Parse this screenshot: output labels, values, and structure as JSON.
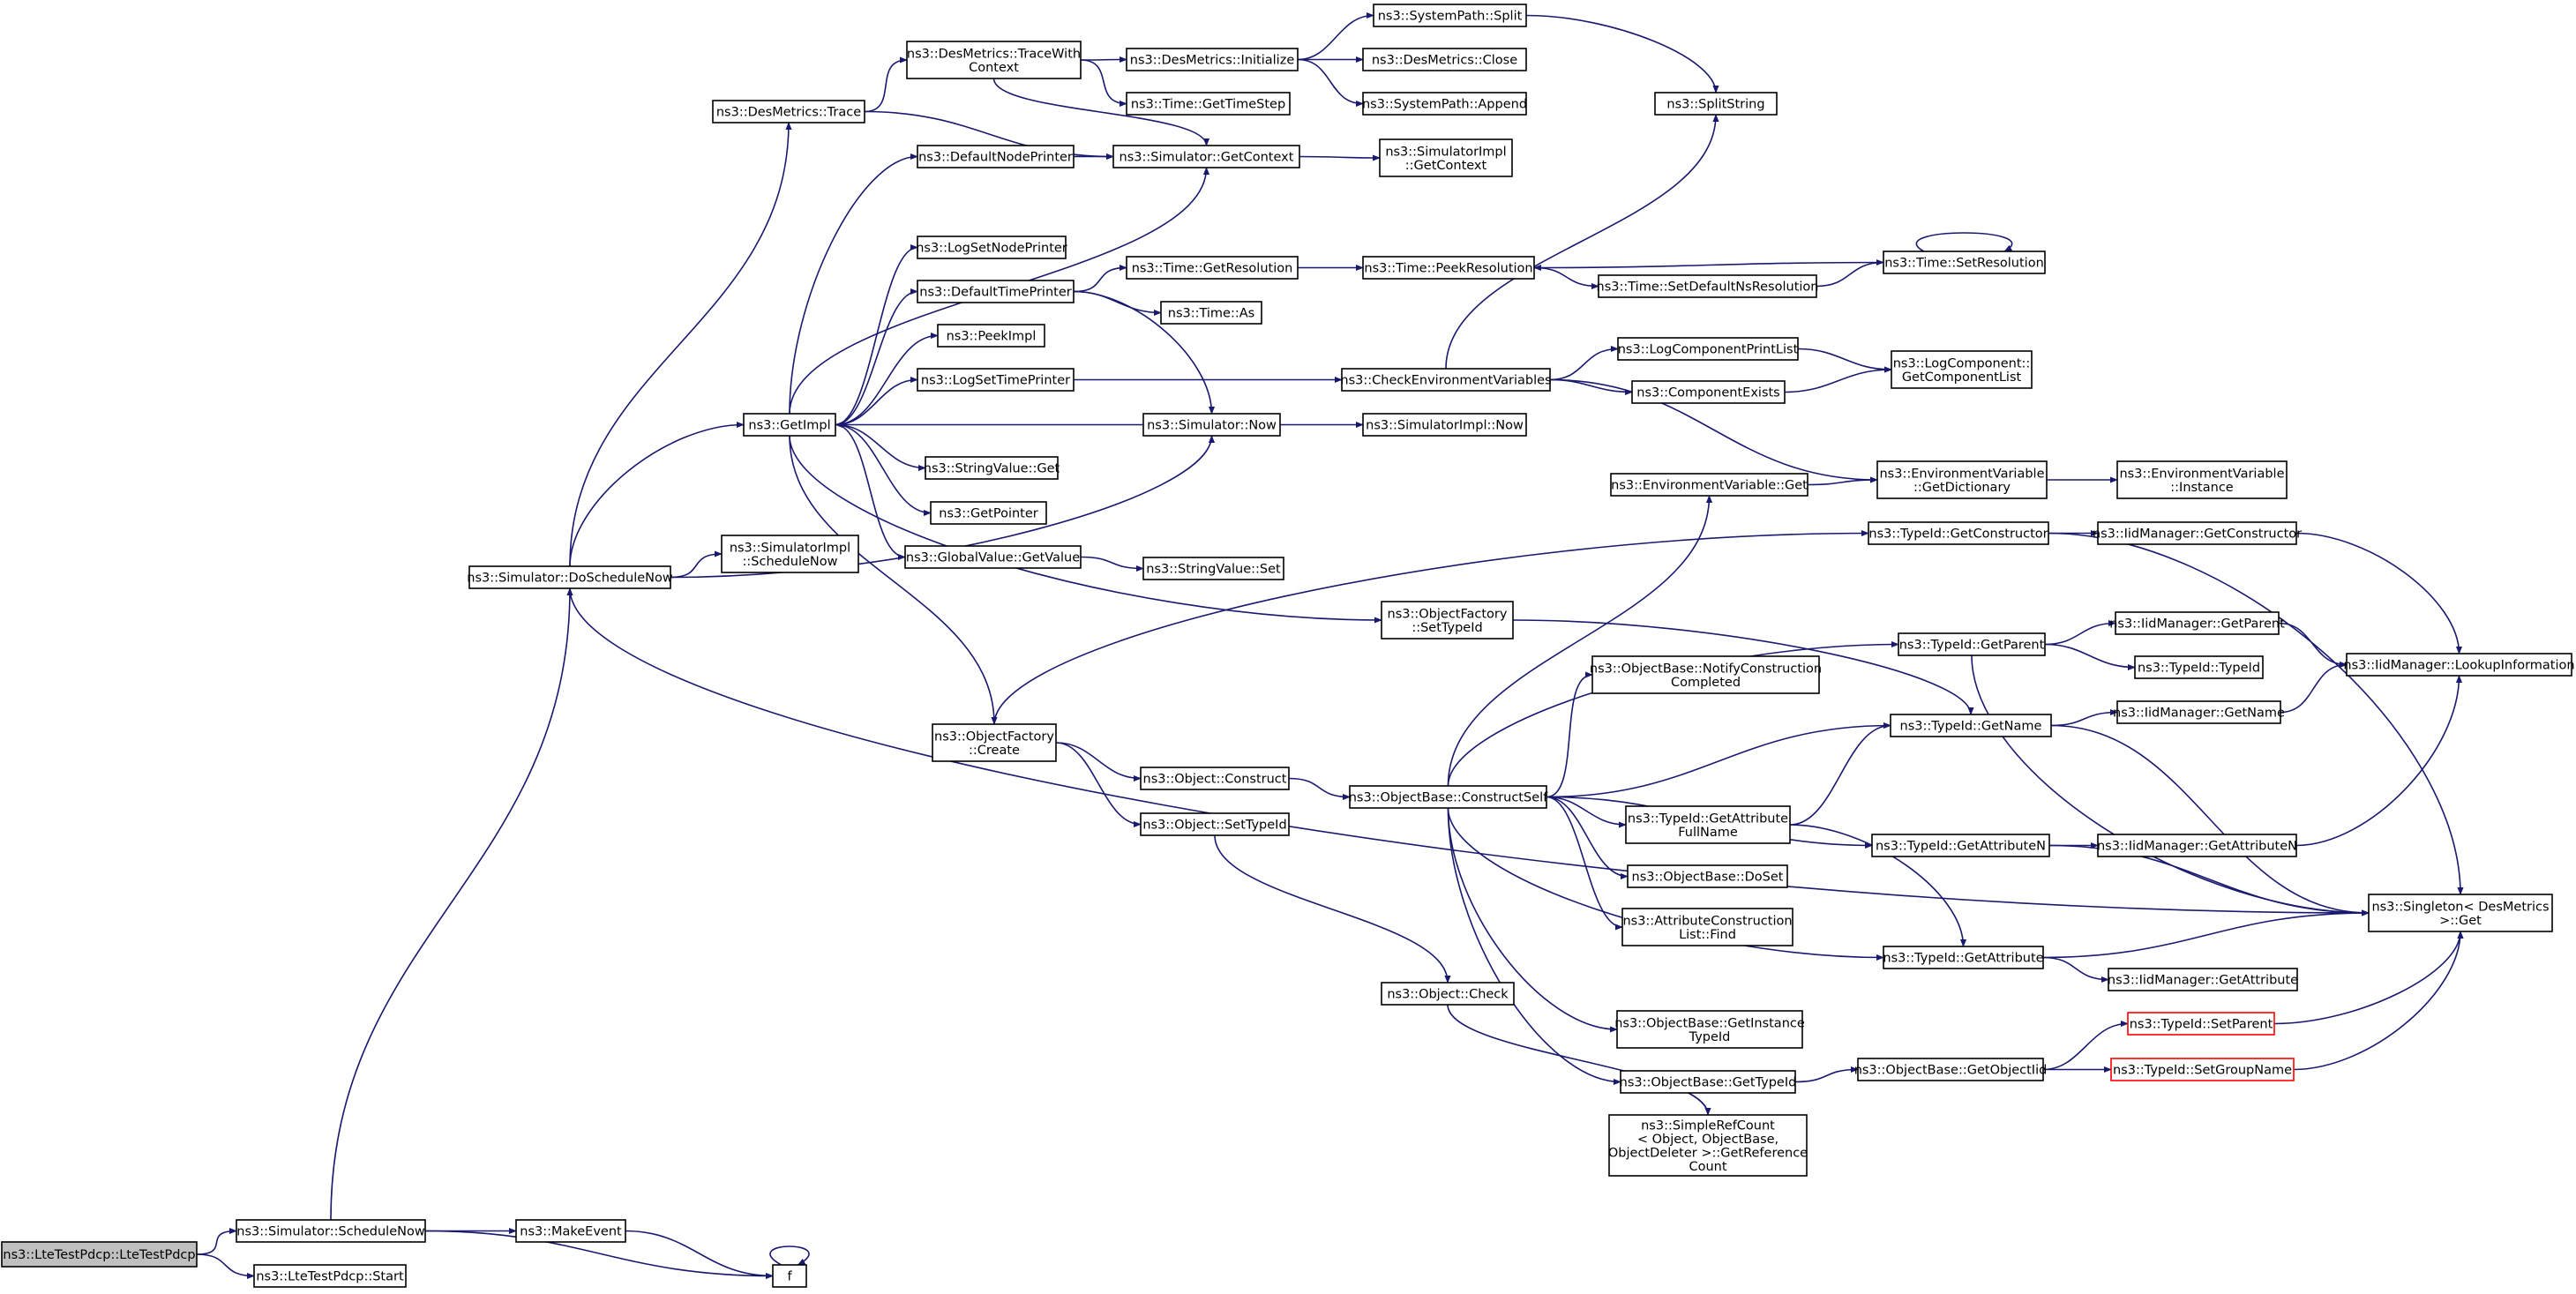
{
  "nodes": {
    "lte_ctor": [
      "ns3::LteTestPdcp::LteTestPdcp"
    ],
    "sched_now": [
      "ns3::Simulator::ScheduleNow"
    ],
    "lte_start": [
      "ns3::LteTestPdcp::Start"
    ],
    "make_event": [
      "ns3::MakeEvent"
    ],
    "f": [
      "f"
    ],
    "do_sched": [
      "ns3::Simulator::DoScheduleNow"
    ],
    "simimpl_sched": [
      "ns3::SimulatorImpl",
      "::ScheduleNow"
    ],
    "des_trace": [
      "ns3::DesMetrics::Trace"
    ],
    "des_trace_ctx": [
      "ns3::DesMetrics::TraceWith",
      "Context"
    ],
    "des_init": [
      "ns3::DesMetrics::Initialize"
    ],
    "sp_split": [
      "ns3::SystemPath::Split"
    ],
    "des_close": [
      "ns3::DesMetrics::Close"
    ],
    "sp_append": [
      "ns3::SystemPath::Append"
    ],
    "time_gts": [
      "ns3::Time::GetTimeStep"
    ],
    "split_string": [
      "ns3::SplitString"
    ],
    "default_node_printer": [
      "ns3::DefaultNodePrinter"
    ],
    "sim_get_ctx": [
      "ns3::Simulator::GetContext"
    ],
    "simimpl_get_ctx": [
      "ns3::SimulatorImpl",
      "::GetContext"
    ],
    "log_set_node": [
      "ns3::LogSetNodePrinter"
    ],
    "default_time_printer": [
      "ns3::DefaultTimePrinter"
    ],
    "time_get_res": [
      "ns3::Time::GetResolution"
    ],
    "time_peek_res": [
      "ns3::Time::PeekResolution"
    ],
    "time_set_res": [
      "ns3::Time::SetResolution"
    ],
    "time_as": [
      "ns3::Time::As"
    ],
    "time_set_default": [
      "ns3::Time::SetDefaultNsResolution"
    ],
    "peek_impl": [
      "ns3::PeekImpl"
    ],
    "log_set_time": [
      "ns3::LogSetTimePrinter"
    ],
    "check_env": [
      "ns3::CheckEnvironmentVariables"
    ],
    "log_comp_print": [
      "ns3::LogComponentPrintList"
    ],
    "comp_exists": [
      "ns3::ComponentExists"
    ],
    "log_comp_get": [
      "ns3::LogComponent::",
      "GetComponentList"
    ],
    "get_impl": [
      "ns3::GetImpl"
    ],
    "sim_now": [
      "ns3::Simulator::Now"
    ],
    "simimpl_now": [
      "ns3::SimulatorImpl::Now"
    ],
    "sv_get": [
      "ns3::StringValue::Get"
    ],
    "get_pointer": [
      "ns3::GetPointer"
    ],
    "gv_get": [
      "ns3::GlobalValue::GetValue"
    ],
    "sv_set": [
      "ns3::StringValue::Set"
    ],
    "env_get": [
      "ns3::EnvironmentVariable::Get"
    ],
    "env_dict": [
      "ns3::EnvironmentVariable",
      "::GetDictionary"
    ],
    "env_inst": [
      "ns3::EnvironmentVariable",
      "::Instance"
    ],
    "tid_get_ctor": [
      "ns3::TypeId::GetConstructor"
    ],
    "iid_get_ctor": [
      "ns3::IidManager::GetConstructor"
    ],
    "of_set_tid": [
      "ns3::ObjectFactory",
      "::SetTypeId"
    ],
    "tid_get_parent": [
      "ns3::TypeId::GetParent"
    ],
    "iid_get_parent": [
      "ns3::IidManager::GetParent"
    ],
    "tid_tid": [
      "ns3::TypeId::TypeId"
    ],
    "iid_lookup": [
      "ns3::IidManager::LookupInformation"
    ],
    "ob_notify": [
      "ns3::ObjectBase::NotifyConstruction",
      "Completed"
    ],
    "tid_get_name": [
      "ns3::TypeId::GetName"
    ],
    "iid_get_name": [
      "ns3::IidManager::GetName"
    ],
    "of_create": [
      "ns3::ObjectFactory",
      "::Create"
    ],
    "obj_construct": [
      "ns3::Object::Construct"
    ],
    "ob_construct_self": [
      "ns3::ObjectBase::ConstructSelf"
    ],
    "obj_set_tid": [
      "ns3::Object::SetTypeId"
    ],
    "tid_get_attr_full": [
      "ns3::TypeId::GetAttribute",
      "FullName"
    ],
    "tid_get_attr_n": [
      "ns3::TypeId::GetAttributeN"
    ],
    "iid_get_attr_n": [
      "ns3::IidManager::GetAttributeN"
    ],
    "singleton_get": [
      "ns3::Singleton< DesMetrics",
      " >::Get"
    ],
    "ob_doset": [
      "ns3::ObjectBase::DoSet"
    ],
    "attr_cons_find": [
      "ns3::AttributeConstruction",
      "List::Find"
    ],
    "tid_get_attr": [
      "ns3::TypeId::GetAttribute"
    ],
    "iid_get_attr": [
      "ns3::IidManager::GetAttribute"
    ],
    "obj_check": [
      "ns3::Object::Check"
    ],
    "tid_set_parent": [
      "ns3::TypeId::SetParent"
    ],
    "ob_get_inst_tid": [
      "ns3::ObjectBase::GetInstance",
      "TypeId"
    ],
    "ob_get_tid": [
      "ns3::ObjectBase::GetTypeId"
    ],
    "ob_get_obj_iid": [
      "ns3::ObjectBase::GetObjectIid"
    ],
    "tid_set_group": [
      "ns3::TypeId::SetGroupName"
    ],
    "simple_refcount": [
      "ns3::SimpleRefCount",
      "< Object, ObjectBase,",
      " ObjectDeleter >::GetReference",
      "Count"
    ]
  },
  "colors": {
    "edge": "#191970",
    "root_fill": "#bfbfbf",
    "truncated_border": "#ff0000",
    "border": "#000000",
    "background": "#ffffff"
  }
}
